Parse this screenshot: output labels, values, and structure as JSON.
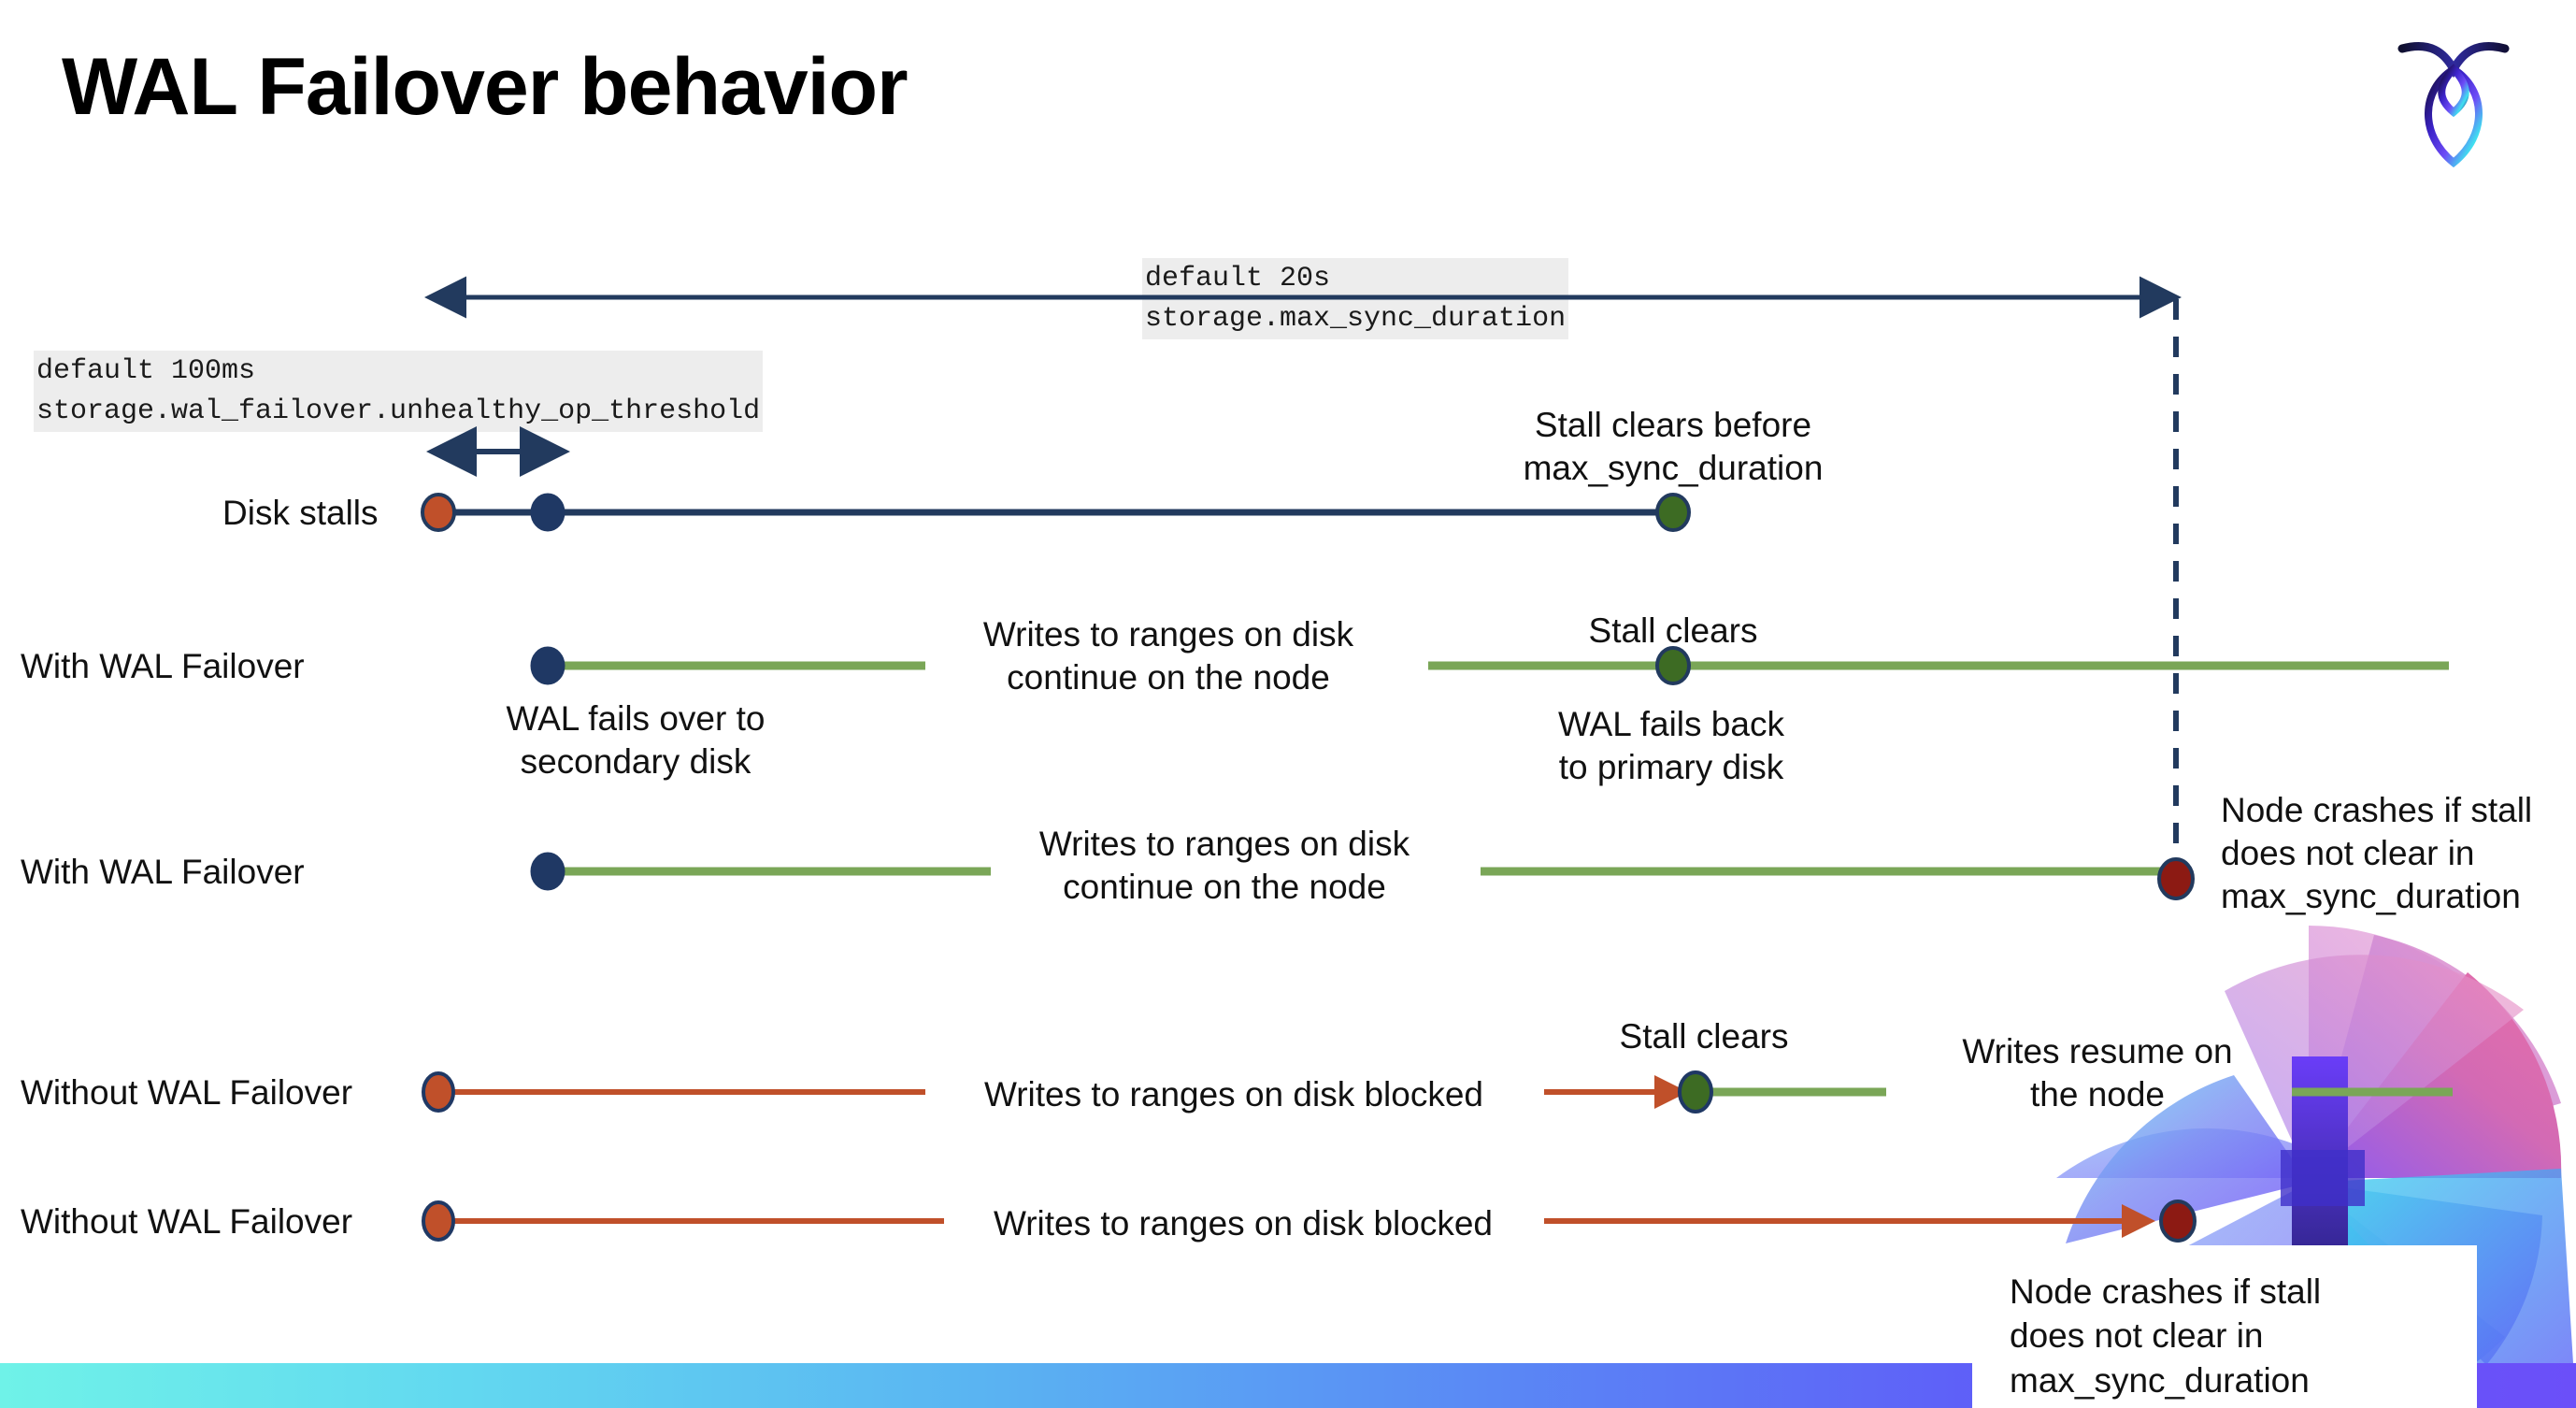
{
  "slide": {
    "title": "WAL Failover behavior",
    "logo_name": "cockroachdb-logo"
  },
  "annotations": {
    "max_sync_duration_chip": "default 20s\nstorage.max_sync_duration",
    "unhealthy_op_threshold_chip": "default 100ms\nstorage.wal_failover.unhealthy_op_threshold"
  },
  "rows": [
    {
      "label": "Disk stalls",
      "notes": [
        {
          "name": "stall-clears-before-note",
          "text": "Stall clears before\nmax_sync_duration"
        }
      ]
    },
    {
      "label": "With WAL Failover",
      "notes": [
        {
          "name": "writes-continue-note",
          "text": "Writes to ranges on disk\ncontinue on the node"
        },
        {
          "name": "wal-fails-over-note",
          "text": "WAL fails over to\nsecondary disk"
        },
        {
          "name": "stall-clears-note",
          "text": "Stall clears"
        },
        {
          "name": "wal-fails-back-note",
          "text": "WAL fails  back\nto primary disk"
        }
      ]
    },
    {
      "label": "With WAL Failover",
      "notes": [
        {
          "name": "writes-continue-note-2",
          "text": "Writes to ranges on disk\ncontinue on the node"
        },
        {
          "name": "node-crashes-note",
          "text": "Node crashes if stall\ndoes not clear in\nmax_sync_duration"
        }
      ]
    },
    {
      "label": "Without WAL Failover",
      "notes": [
        {
          "name": "writes-blocked-note",
          "text": "Writes to ranges on disk  blocked"
        },
        {
          "name": "stall-clears-note-2",
          "text": "Stall clears"
        },
        {
          "name": "writes-resume-note",
          "text": "Writes resume on\nthe node"
        }
      ]
    },
    {
      "label": "Without WAL Failover",
      "notes": [
        {
          "name": "writes-blocked-note-2",
          "text": "Writes to ranges on disk  blocked"
        },
        {
          "name": "node-crashes-note-2",
          "text": "Node crashes if stall\ndoes not clear in\nmax_sync_duration"
        }
      ]
    }
  ],
  "colors": {
    "navy": "#1f3864",
    "navy_dark": "#223a5e",
    "orange": "#c0502a",
    "green_line": "#79a martinez",
    "green": "#7aa657",
    "green_dot": "#3d6b23",
    "red_dot": "#8c1a13",
    "chip_bg": "#ededed",
    "bar_start": "#6ff2e8",
    "bar_end": "#6b4ff9"
  },
  "chart_data": {
    "type": "timeline",
    "title": "WAL Failover behavior",
    "x_unit": "time",
    "markers": {
      "stall_start": "red dot - disk stall begins",
      "failover_point": "navy dot - unhealthy_op_threshold elapsed",
      "stall_clears": "green dot - stall clears",
      "node_crash": "dark red dot - max_sync_duration exceeded"
    },
    "series": [
      {
        "name": "Disk stalls",
        "start_marker": "red",
        "mid_marker": "navy",
        "end_marker": "green",
        "line_color": "#1f3864"
      },
      {
        "name": "With WAL Failover",
        "start_marker": "navy",
        "end_marker": "green",
        "line_color": "#7aa657",
        "outcome": "stall clears before max_sync_duration"
      },
      {
        "name": "With WAL Failover",
        "start_marker": "navy",
        "end_marker": "dark-red",
        "line_color": "#7aa657",
        "outcome": "node crashes at max_sync_duration"
      },
      {
        "name": "Without WAL Failover",
        "start_marker": "red",
        "end_marker": "green",
        "line_color": "#c0502a",
        "outcome": "writes blocked then resume"
      },
      {
        "name": "Without WAL Failover",
        "start_marker": "red",
        "end_marker": "dark-red",
        "line_color": "#c0502a",
        "outcome": "writes blocked, node crashes"
      }
    ]
  }
}
